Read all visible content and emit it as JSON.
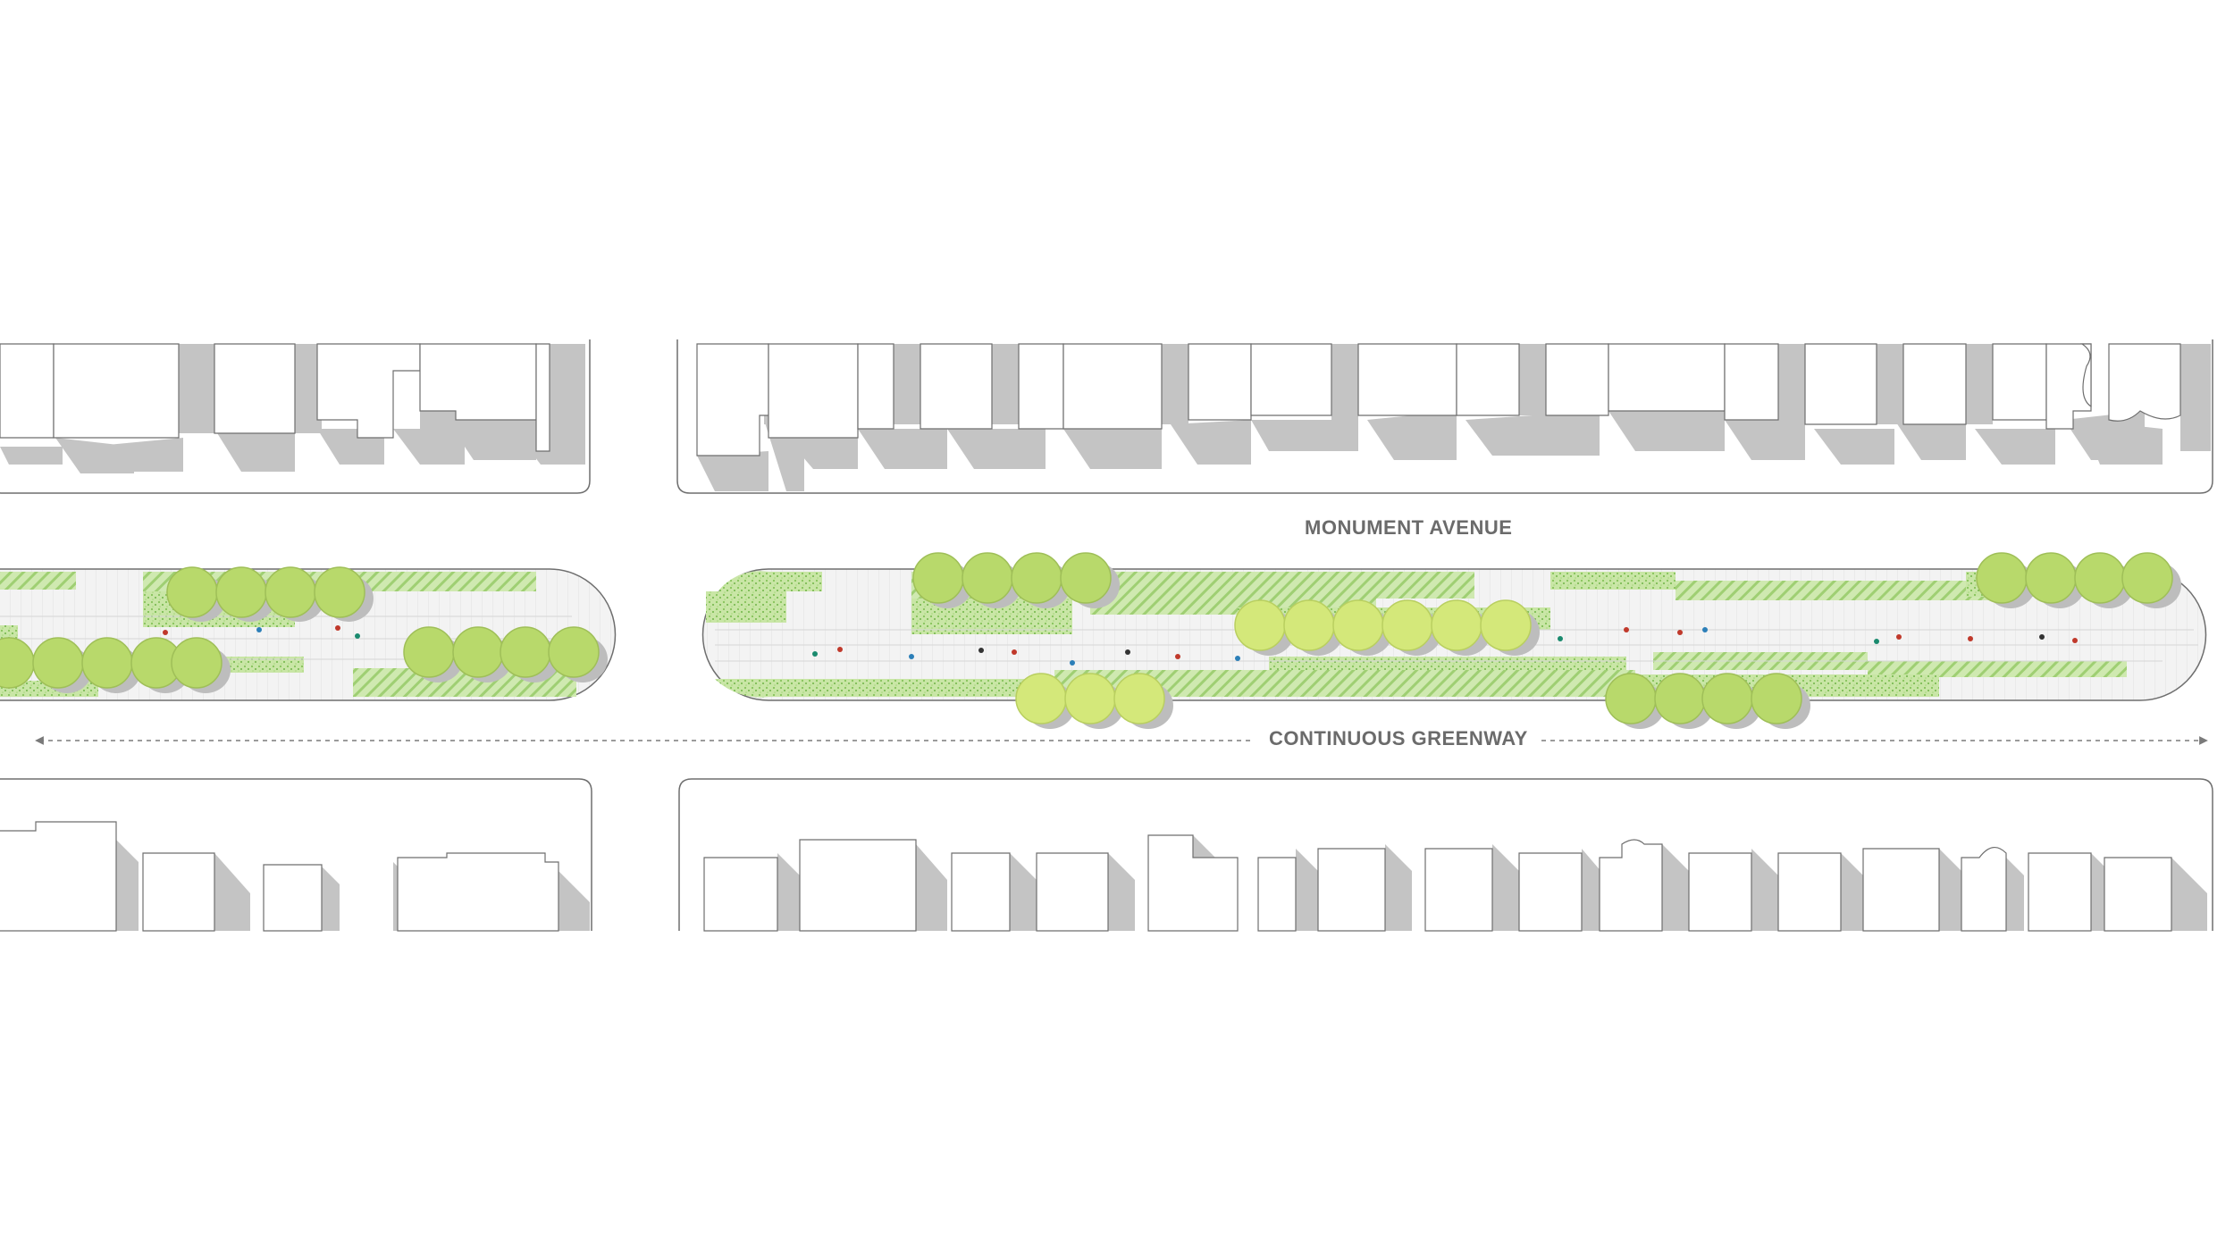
{
  "labels": {
    "street_name": "MONUMENT AVENUE",
    "greenway": "CONTINUOUS GREENWAY"
  },
  "colors": {
    "building_fill": "#ffffff",
    "building_shadow": "#c4c4c4",
    "outline": "#6e6e6e",
    "median_paving": "#f2f2f2",
    "planting": "#a9d77f",
    "planting_dense": "#8fc862",
    "tree_canopy": "#b8d96b",
    "tree_canopy_light": "#d4e87a",
    "tree_shadow": "#bdbdbd",
    "label_text": "#6b6b6b"
  },
  "icons": [
    "tree-symbol",
    "pedestrian-figure",
    "arrow-left-icon",
    "arrow-right-icon"
  ]
}
